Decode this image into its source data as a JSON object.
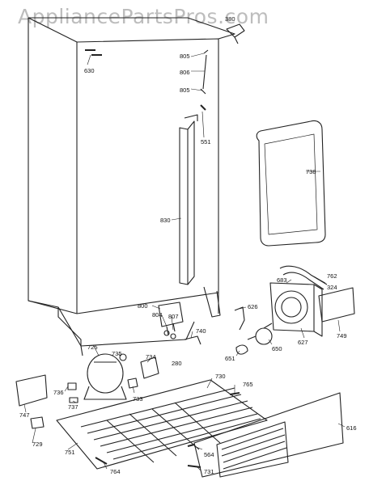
{
  "watermark": "AppliancePartsPros.com",
  "parts": [
    {
      "id": "p630",
      "label": "630"
    },
    {
      "id": "p380",
      "label": "380"
    },
    {
      "id": "p805a",
      "label": "805"
    },
    {
      "id": "p806",
      "label": "806"
    },
    {
      "id": "p805b",
      "label": "805"
    },
    {
      "id": "p551",
      "label": "551"
    },
    {
      "id": "p738",
      "label": "738"
    },
    {
      "id": "p830",
      "label": "830"
    },
    {
      "id": "p762",
      "label": "762"
    },
    {
      "id": "p683",
      "label": "683"
    },
    {
      "id": "p324",
      "label": "324"
    },
    {
      "id": "p626",
      "label": "626"
    },
    {
      "id": "p800",
      "label": "800"
    },
    {
      "id": "p740",
      "label": "740"
    },
    {
      "id": "p804",
      "label": "804"
    },
    {
      "id": "p807",
      "label": "807"
    },
    {
      "id": "p749",
      "label": "749"
    },
    {
      "id": "p627",
      "label": "627"
    },
    {
      "id": "p650",
      "label": "650"
    },
    {
      "id": "p651",
      "label": "651"
    },
    {
      "id": "p725",
      "label": "725"
    },
    {
      "id": "p735",
      "label": "735"
    },
    {
      "id": "p734",
      "label": "734"
    },
    {
      "id": "p280",
      "label": "280"
    },
    {
      "id": "p730",
      "label": "730"
    },
    {
      "id": "p765",
      "label": "765"
    },
    {
      "id": "p736",
      "label": "736"
    },
    {
      "id": "p737",
      "label": "737"
    },
    {
      "id": "p733",
      "label": "733"
    },
    {
      "id": "p747",
      "label": "747"
    },
    {
      "id": "p616",
      "label": "616"
    },
    {
      "id": "p729",
      "label": "729"
    },
    {
      "id": "p751",
      "label": "751"
    },
    {
      "id": "p564",
      "label": "564"
    },
    {
      "id": "p764",
      "label": "764"
    },
    {
      "id": "p731",
      "label": "731"
    }
  ]
}
